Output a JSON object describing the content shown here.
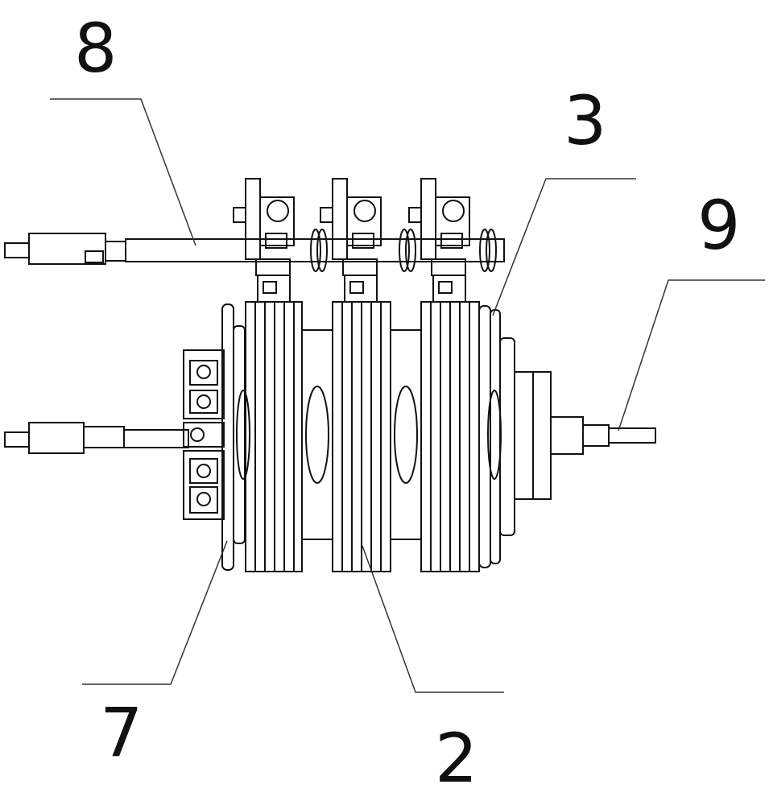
{
  "callouts": [
    {
      "label": "8"
    },
    {
      "label": "3"
    },
    {
      "label": "9"
    },
    {
      "label": "7"
    },
    {
      "label": "2"
    }
  ],
  "colors": {
    "line": "#111111",
    "leader": "#333333",
    "background": "#ffffff"
  }
}
